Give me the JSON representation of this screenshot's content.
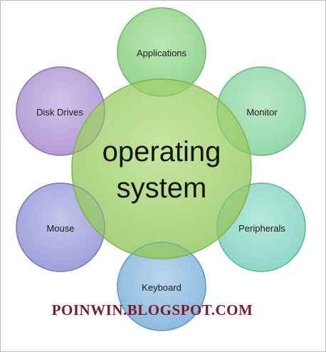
{
  "diagram": {
    "center": {
      "line1": "operating",
      "line2": "system",
      "color": "#9ccc65"
    },
    "nodes": [
      {
        "id": "applications",
        "label": "Applications",
        "color": "#8fd18a"
      },
      {
        "id": "monitor",
        "label": "Monitor",
        "color": "#8fd6a6"
      },
      {
        "id": "peripherals",
        "label": "Peripherals",
        "color": "#86d6c6"
      },
      {
        "id": "keyboard",
        "label": "Keyboard",
        "color": "#87b9dd"
      },
      {
        "id": "mouse",
        "label": "Mouse",
        "color": "#9b9fdb"
      },
      {
        "id": "disk-drives",
        "label": "Disk Drives",
        "color": "#b59ad6"
      }
    ]
  },
  "watermark": {
    "text": "POINWIN.BLOGSPOT.COM",
    "color": "#7a1a2a"
  }
}
